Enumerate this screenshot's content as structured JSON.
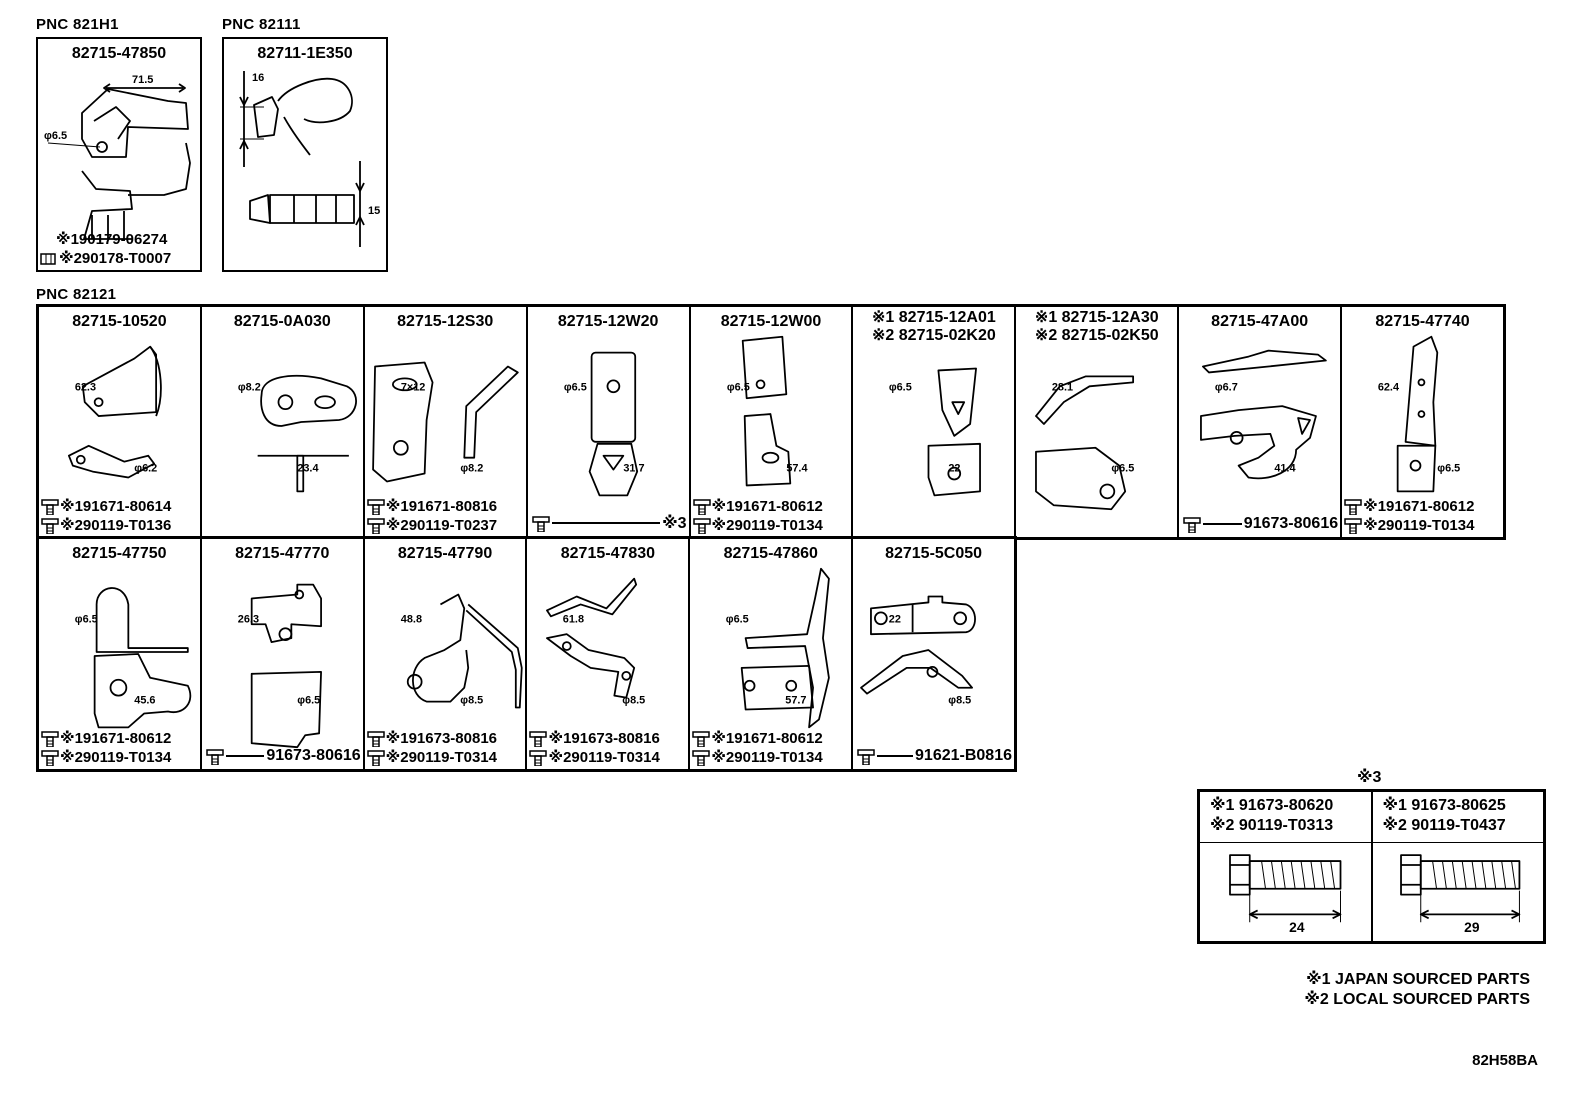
{
  "pnc_labels": [
    "PNC 821H1",
    "PNC 82111",
    "PNC 82121"
  ],
  "top_parts": [
    {
      "number": "82715-47850",
      "dims": [
        "71.5",
        "φ6.5"
      ],
      "bolts": [
        "※190179-06274",
        "※290178-T0007"
      ]
    },
    {
      "number": "82711-1E350",
      "dims": [
        "16",
        "15"
      ],
      "bolts": []
    }
  ],
  "row1": [
    {
      "number": "82715-10520",
      "dims": [
        "62.3",
        "φ6.2"
      ],
      "bolts": [
        "※191671-80614",
        "※290119-T0136"
      ]
    },
    {
      "number": "82715-0A030",
      "dims": [
        "φ8.2",
        "23.4"
      ],
      "bolts": []
    },
    {
      "number": "82715-12S30",
      "dims": [
        "7×12",
        "φ8.2"
      ],
      "bolts": [
        "※191671-80816",
        "※290119-T0237"
      ]
    },
    {
      "number": "82715-12W20",
      "dims": [
        "φ6.5",
        "31.7"
      ],
      "single": "※3"
    },
    {
      "number": "82715-12W00",
      "dims": [
        "φ6.5",
        "57.4"
      ],
      "bolts": [
        "※191671-80612",
        "※290119-T0134"
      ]
    },
    {
      "number": [
        "※1 82715-12A01",
        "※2 82715-02K20"
      ],
      "dims": [
        "φ6.5",
        "22"
      ],
      "bolts": []
    },
    {
      "number": [
        "※1 82715-12A30",
        "※2 82715-02K50"
      ],
      "dims": [
        "28.1",
        "φ6.5"
      ],
      "bolts": []
    },
    {
      "number": "82715-47A00",
      "dims": [
        "φ6.7",
        "41.4"
      ],
      "single": "91673-80616"
    },
    {
      "number": "82715-47740",
      "dims": [
        "62.4",
        "φ6.5"
      ],
      "bolts": [
        "※191671-80612",
        "※290119-T0134"
      ]
    }
  ],
  "row2": [
    {
      "number": "82715-47750",
      "dims": [
        "φ6.5",
        "45.6"
      ],
      "bolts": [
        "※191671-80612",
        "※290119-T0134"
      ]
    },
    {
      "number": "82715-47770",
      "dims": [
        "26.3",
        "φ6.5"
      ],
      "single": "91673-80616"
    },
    {
      "number": "82715-47790",
      "dims": [
        "48.8",
        "φ8.5"
      ],
      "bolts": [
        "※191673-80816",
        "※290119-T0314"
      ]
    },
    {
      "number": "82715-47830",
      "dims": [
        "61.8",
        "φ8.5"
      ],
      "bolts": [
        "※191673-80816",
        "※290119-T0314"
      ]
    },
    {
      "number": "82715-47860",
      "dims": [
        "φ6.5",
        "57.7"
      ],
      "bolts": [
        "※191671-80612",
        "※290119-T0134"
      ]
    },
    {
      "number": "82715-5C050",
      "dims": [
        "22",
        "φ8.5"
      ],
      "single": "91621-B0816"
    }
  ],
  "note3": {
    "title": "※3",
    "cols": [
      {
        "line1": "※1 91673-80620",
        "line2": "※2 90119-T0313",
        "length": "24"
      },
      {
        "line1": "※1 91673-80625",
        "line2": "※2 90119-T0437",
        "length": "29"
      }
    ]
  },
  "legend": [
    "※1 JAPAN SOURCED PARTS",
    "※2 LOCAL SOURCED PARTS"
  ],
  "code": "82H58BA"
}
